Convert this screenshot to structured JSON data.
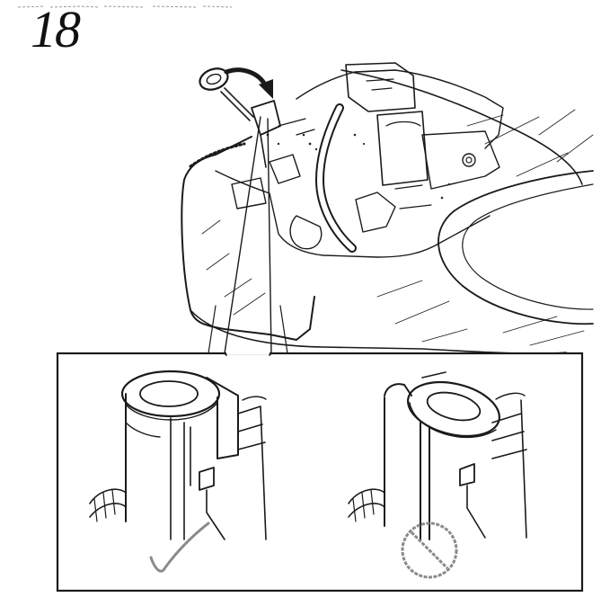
{
  "step": {
    "number": "18"
  },
  "figure": {
    "detail_panels": [
      {
        "id": "correct",
        "indicator": "check-mark-icon"
      },
      {
        "id": "incorrect",
        "indicator": "prohibited-icon"
      }
    ]
  },
  "colors": {
    "ink": "#1a1a1a",
    "paper": "#ffffff"
  }
}
